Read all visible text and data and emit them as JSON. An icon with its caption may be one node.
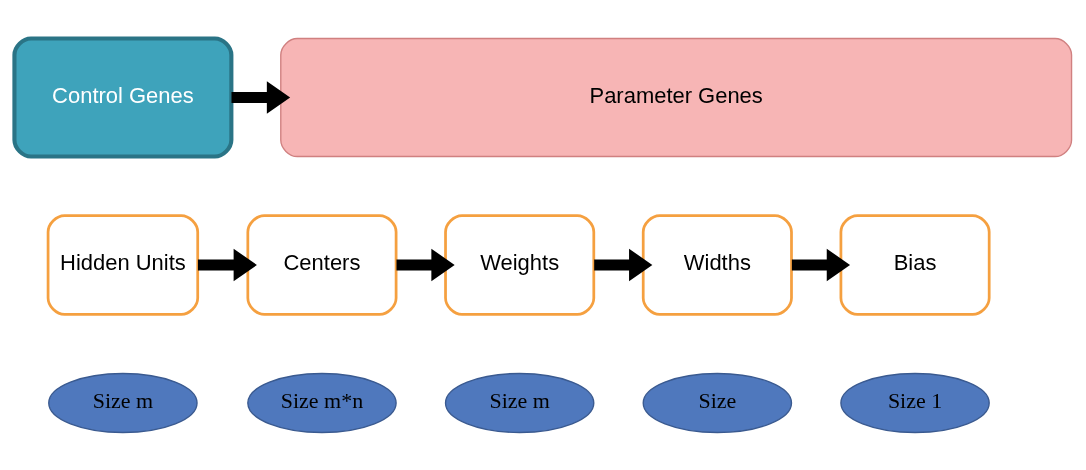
{
  "diagram": {
    "nodes": [
      {
        "text": [
          "Control Genes"
        ]
      },
      {
        "text": [
          "Parameter Genes"
        ]
      },
      {
        "text": [
          "Hidden Units"
        ]
      },
      {
        "text": [
          "Centers"
        ]
      },
      {
        "text": [
          "Weights"
        ]
      },
      {
        "text": [
          "Widths"
        ]
      },
      {
        "text": [
          "Bias"
        ]
      },
      {
        "text": [
          "Size m"
        ]
      },
      {
        "text": [
          "Size m*n"
        ]
      },
      {
        "text": [
          "Size m"
        ]
      },
      {
        "text": [
          "Size"
        ]
      },
      {
        "text": [
          "Size 1"
        ]
      }
    ],
    "edges": [
      {
        "from": 0,
        "to": 1,
        "arrow": "to"
      },
      {
        "from": 2,
        "to": 3,
        "arrow": "to"
      },
      {
        "from": 3,
        "to": 4,
        "arrow": "to"
      },
      {
        "from": 4,
        "to": 5,
        "arrow": "to"
      },
      {
        "from": 5,
        "to": 6,
        "arrow": "to"
      }
    ]
  }
}
